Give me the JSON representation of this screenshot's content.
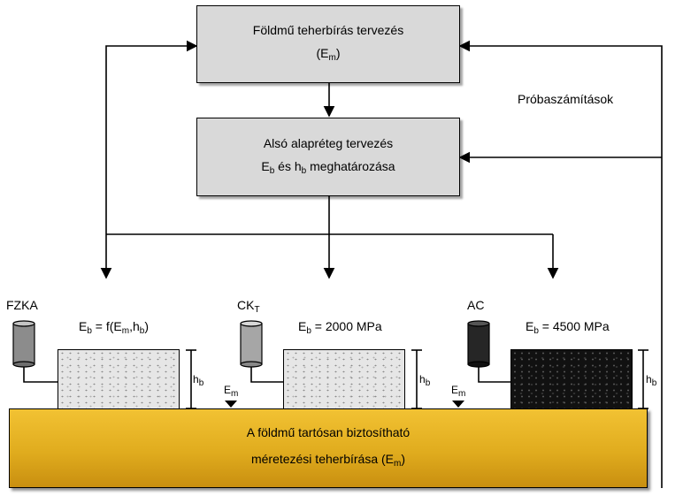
{
  "top_box": {
    "line1": "Földmű teherbírás tervezés",
    "line2_main": "(E",
    "line2_sub": "m",
    "line2_end": ")"
  },
  "mid_box": {
    "line1": "Alsó alapréteg tervezés",
    "line2_a": "E",
    "line2_sub1": "b",
    "line2_b": " és h",
    "line2_sub2": "b",
    "line2_c": " meghatározása"
  },
  "side_label": "Próbaszámítások",
  "columns": [
    {
      "name": "FZKA",
      "formula_pre": "E",
      "formula_sub": "b",
      "formula_rest": " = f(E",
      "formula_sub2": "m",
      "formula_mid": ",h",
      "formula_sub3": "b",
      "formula_end": ")",
      "color": "#8c8c8c"
    },
    {
      "name": "CK",
      "name_sub": "T",
      "formula_pre": "E",
      "formula_sub": "b",
      "formula_rest": " = 2000 MPa",
      "color": "#a6a6a6"
    },
    {
      "name": "AC",
      "formula_pre": "E",
      "formula_sub": "b",
      "formula_rest": " = 4500 MPa",
      "color": "#262626"
    }
  ],
  "h_label": {
    "main": "h",
    "sub": "b"
  },
  "em_label": {
    "main": "E",
    "sub": "m"
  },
  "ground": {
    "line1": "A földmű tartósan biztosítható",
    "line2_main": "méretezési teherbírása (E",
    "line2_sub": "m",
    "line2_end": ")"
  }
}
